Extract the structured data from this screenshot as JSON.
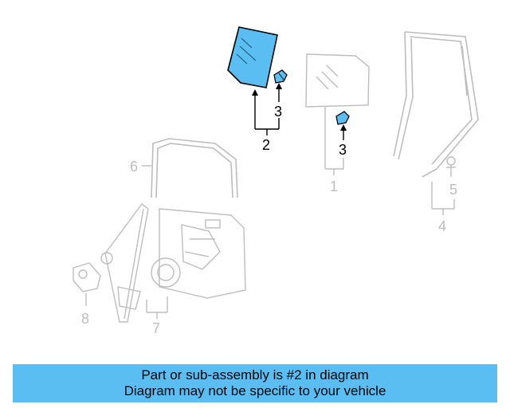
{
  "callouts": {
    "part_1": "1",
    "part_2": "2",
    "part_3_upper": "3",
    "part_3_lower": "3",
    "part_4": "4",
    "part_5": "5",
    "part_6": "6",
    "part_7": "7",
    "part_8": "8"
  },
  "highlight_color": "#5bbef2",
  "banner": {
    "line1": "Part or sub-assembly is #2 in diagram",
    "line2": "Diagram may not be specific to your vehicle"
  }
}
